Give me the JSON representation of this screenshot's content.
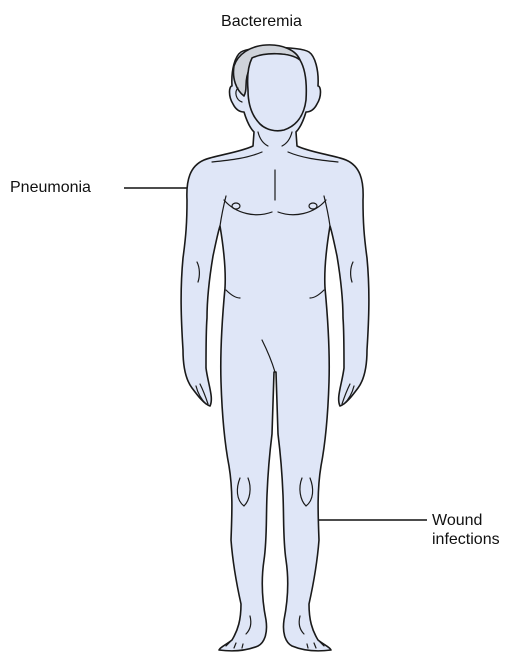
{
  "labels": {
    "top": "Bacteremia",
    "left": "Pneumonia",
    "right_line1": "Wound",
    "right_line2": "infections"
  },
  "colors": {
    "skin": "#dfe6f7",
    "outline": "#1a1a1a",
    "hair": "#cfd3da"
  }
}
